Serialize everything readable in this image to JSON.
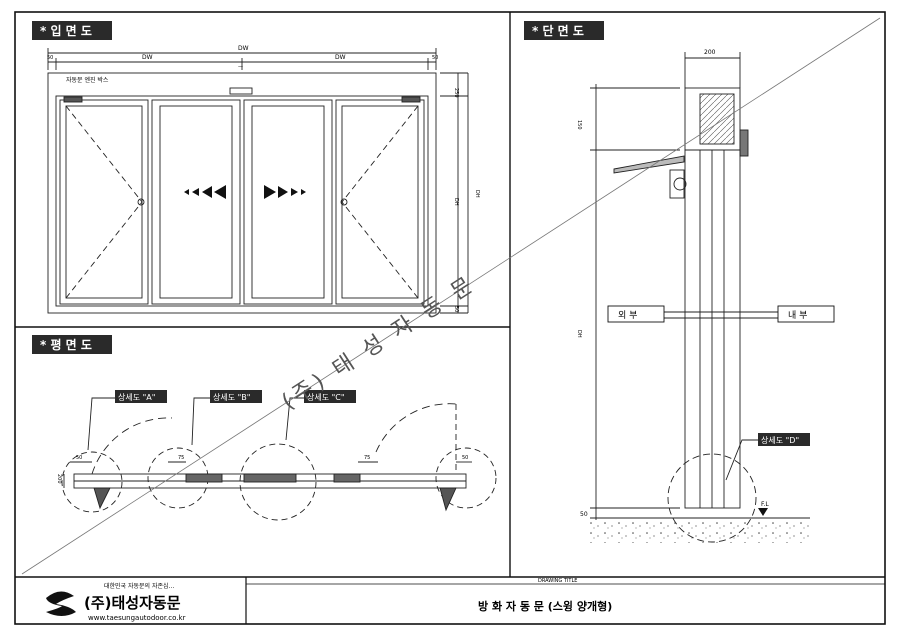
{
  "sections": {
    "elevation": "* 입 면 도",
    "plan": "* 평 면 도",
    "section": "* 단 면 도"
  },
  "elevation": {
    "dim_total": "DW",
    "dim_left": "DW",
    "dim_right": "DW",
    "dim_edge_left": "50",
    "dim_edge_right": "50",
    "dim_center": "—",
    "header_box_label": "자동문 엔진 박스",
    "dim_top": "250",
    "dim_mid": "DH",
    "dim_full": "DH",
    "dim_bottom": "50"
  },
  "plan": {
    "detail_a": "상세도 \"A\"",
    "detail_b": "상세도 \"B\"",
    "detail_c": "상세도 \"C\"",
    "dim_50_left": "50",
    "dim_75_a": "75",
    "dim_75_b": "75",
    "dim_50_right": "50",
    "dim_depth": "200"
  },
  "section": {
    "dim_width": "200",
    "dim_top": "150",
    "dim_height": "DH",
    "exterior": "외   부",
    "interior": "내   부",
    "detail_d": "상세도 \"D\"",
    "dim_floor": "50",
    "floor_level": "F.L"
  },
  "watermark": "(주)  태  성  자  동  문",
  "title_block": {
    "slogan": "대한민국 자동문의 자존심...",
    "company": "(주)태성자동문",
    "website": "www.taesungautodoor.co.kr",
    "drawing_title_label": "DRAWING TITLE",
    "drawing_title": "방 화 자 동 문 (스윙 양개형)"
  }
}
